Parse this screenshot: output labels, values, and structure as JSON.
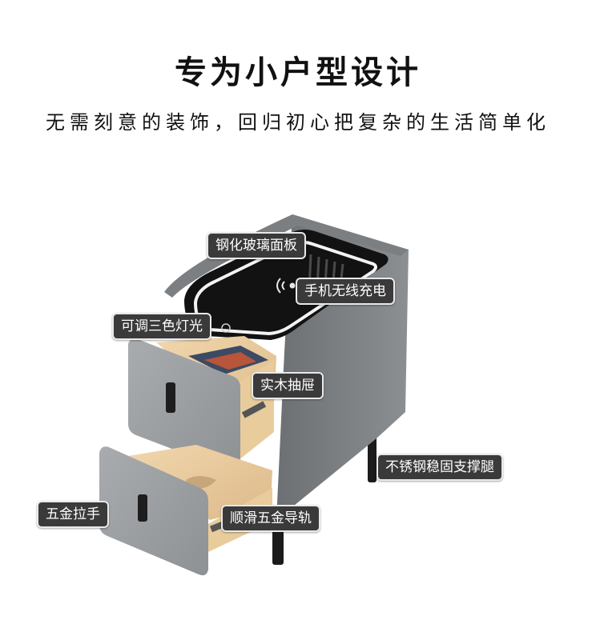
{
  "header": {
    "title": "专为小户型设计",
    "subtitle": "无需刻意的装饰，回归初心把复杂的生活简单化"
  },
  "callouts": {
    "tempered_glass_panel": "钢化玻璃面板",
    "wireless_charging": "手机无线充电",
    "adjustable_light": "可调三色灯光",
    "solid_wood_drawer": "实木抽屉",
    "stainless_legs": "不锈钢稳固支撑腿",
    "hardware_handle": "五金拉手",
    "drawer_rail": "顺滑五金导轨"
  }
}
